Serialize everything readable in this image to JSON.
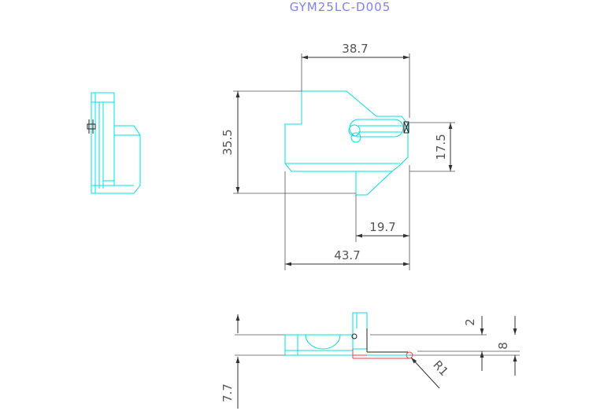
{
  "title": "GYM25LC-D005",
  "dimensions": {
    "top_width": "38.7",
    "height": "35.5",
    "right_height": "17.5",
    "bottom_inner": "19.7",
    "bottom_width": "43.7",
    "side_top": "2",
    "side_total": "8",
    "radius": "R1",
    "side_depth": "7.7"
  },
  "colors": {
    "part_outline": "#00e0e0",
    "dimension": "#333333",
    "title": "#7f7fff",
    "highlight": "#ff3b3b"
  }
}
